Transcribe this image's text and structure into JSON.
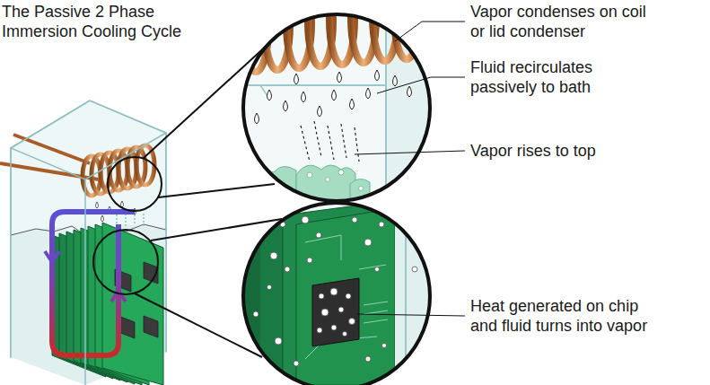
{
  "diagram": {
    "title": "The Passive 2 Phase Immersion Cooling Cycle",
    "labels": [
      "Vapor condenses on coil or lid condenser",
      "Fluid recirculates passively to bath",
      "Vapor rises to top",
      "Heat generated on chip and fluid turns into vapor"
    ]
  }
}
